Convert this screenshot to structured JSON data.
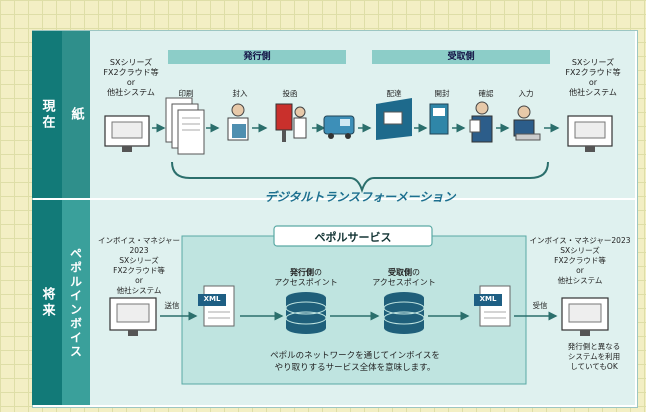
{
  "sections": {
    "current": "現在",
    "paper": "紙",
    "future": "将来",
    "peppol_invoice": "ペポルインボイス"
  },
  "current": {
    "sender_system": "SXシリーズ\nFX2クラウド等\nor\n他社システム",
    "receiver_system": "SXシリーズ\nFX2クラウド等\nor\n他社システム",
    "issuer_header": "発行側",
    "receiver_header": "受取側",
    "steps": [
      "印刷",
      "封入",
      "投函",
      "配達",
      "開封",
      "確認",
      "入力"
    ],
    "dx_label": "デジタルトランスフォーメーション"
  },
  "future": {
    "service_title": "ペポルサービス",
    "sender_system": "インボイス・マネジャー2023\nSXシリーズ\nFX2クラウド等\nor\n他社システム",
    "receiver_system": "インボイス・マネジャー2023\nSXシリーズ\nFX2クラウド等\nor\n他社システム",
    "send_label": "送信",
    "receive_label": "受信",
    "xml_label": "XML",
    "issuer_ap_strong": "発行側",
    "issuer_ap_suffix": "の",
    "issuer_ap_sub": "アクセスポイント",
    "receiver_ap_strong": "受取側",
    "receiver_ap_suffix": "の",
    "receiver_ap_sub": "アクセスポイント",
    "description": "ペポルのネットワークを通じてインボイスを\nやり取りするサービス全体を意味します。",
    "note": "発行側と異なる\nシステムを利用\nしていてもOK"
  },
  "colors": {
    "teal_dark": "#127a78",
    "teal_mid": "#4fa9a4",
    "teal_light": "#8ccdc8",
    "band": "#dff1ef"
  }
}
